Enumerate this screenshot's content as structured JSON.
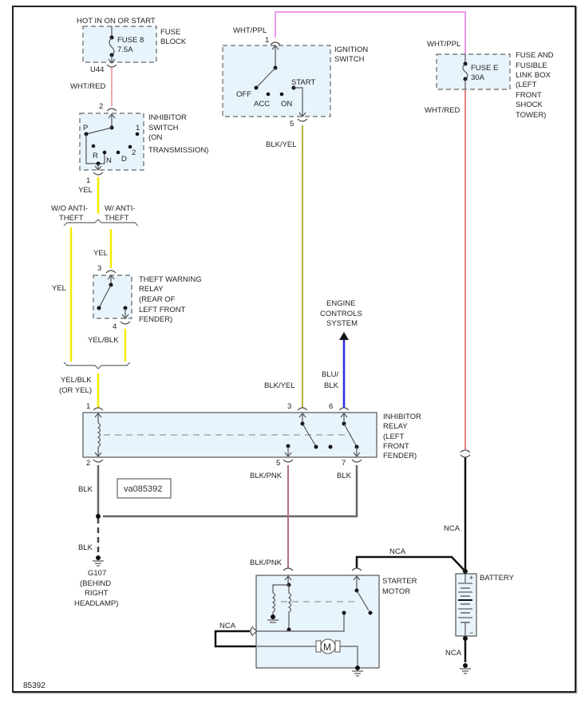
{
  "diagram": {
    "title_id": "85392",
    "image_ref": "va085392",
    "wire_colors": {
      "WHT_RED": "#f4a6a6",
      "WHT_RED_main": "#e87070",
      "WHT_PPL": "#ee99ee",
      "YEL": "#f2ea00",
      "BLK_YEL": "#b8b040",
      "BLU_BLK": "#2a2ae0",
      "BLK_PNK": "#b07080",
      "BLK": "#666666",
      "NCA": "#111111",
      "component_fill": "#e8f4fc"
    },
    "components": {
      "fuse_block": {
        "name_line1": "FUSE",
        "name_line2": "BLOCK",
        "header": "HOT IN ON OR START",
        "fuse_label": "FUSE 8",
        "fuse_rating": "7.5A",
        "connector": "U44"
      },
      "inhibitor_switch": {
        "lines": [
          "INHIBITOR",
          "SWITCH",
          "(ON",
          "TRANSMISSION)"
        ],
        "positions": [
          "P",
          "R",
          "N",
          "D",
          "1",
          "2"
        ],
        "pin_top": "2",
        "pin_bottom": "1"
      },
      "ignition_switch": {
        "lines": [
          "IGNITION",
          "SWITCH"
        ],
        "positions": [
          "OFF",
          "ACC",
          "ON",
          "START"
        ],
        "pin_top": "1",
        "pin_bottom": "5"
      },
      "fuse_link_box": {
        "lines": [
          "FUSE AND",
          "FUSIBLE",
          "LINK BOX",
          "(LEFT",
          "FRONT",
          "SHOCK",
          "TOWER)"
        ],
        "fuse_label": "FUSE E",
        "fuse_rating": "30A"
      },
      "theft_relay": {
        "lines": [
          "THEFT WARNING",
          "RELAY",
          "(REAR OF",
          "LEFT FRONT",
          "FENDER)"
        ],
        "pin_top": "3",
        "pin_bottom": "4"
      },
      "engine_controls": {
        "lines": [
          "ENGINE",
          "CONTROLS",
          "SYSTEM"
        ]
      },
      "inhibitor_relay": {
        "lines": [
          "INHIBITOR",
          "RELAY",
          "(LEFT",
          "FRONT",
          "FENDER)"
        ],
        "pins": [
          "1",
          "2",
          "3",
          "5",
          "6",
          "7"
        ]
      },
      "ground_g107": {
        "lines": [
          "G107",
          "(BEHIND",
          "RIGHT",
          "HEADLAMP)"
        ]
      },
      "starter_motor": {
        "lines": [
          "STARTER",
          "MOTOR"
        ],
        "motor_symbol": "M"
      },
      "battery": {
        "label": "BATTERY",
        "plus": "+",
        "minus": "−"
      }
    },
    "wire_labels": {
      "wht_red_fuse8": "WHT/RED",
      "yel_inhib": "YEL",
      "wo_anti_theft_1": "W/O ANTI-",
      "wo_anti_theft_2": "THEFT",
      "w_anti_theft_1": "W/ ANTI-",
      "w_anti_theft_2": "THEFT",
      "yel_left": "YEL",
      "yel_theft_in": "YEL",
      "yel_blk_theft_out": "YEL/BLK",
      "yel_blk_merge_1": "YEL/BLK",
      "yel_blk_merge_2": "(OR YEL)",
      "wht_ppl_ign": "WHT/PPL",
      "blk_yel_ign": "BLK/YEL",
      "blk_yel_relay": "BLK/YEL",
      "blu_blk_1": "BLU/",
      "blu_blk_2": "BLK",
      "wht_ppl_fuse_e": "WHT/PPL",
      "wht_red_fuse_e": "WHT/RED",
      "blk_pin2": "BLK",
      "blk_pnk_pin5": "BLK/PNK",
      "blk_pin7": "BLK",
      "blk_ground": "BLK",
      "blk_pnk_starter": "BLK/PNK",
      "nca_starter_top": "NCA",
      "nca_starter_left": "NCA",
      "nca_battery_top": "NCA",
      "nca_battery_bottom": "NCA"
    }
  }
}
